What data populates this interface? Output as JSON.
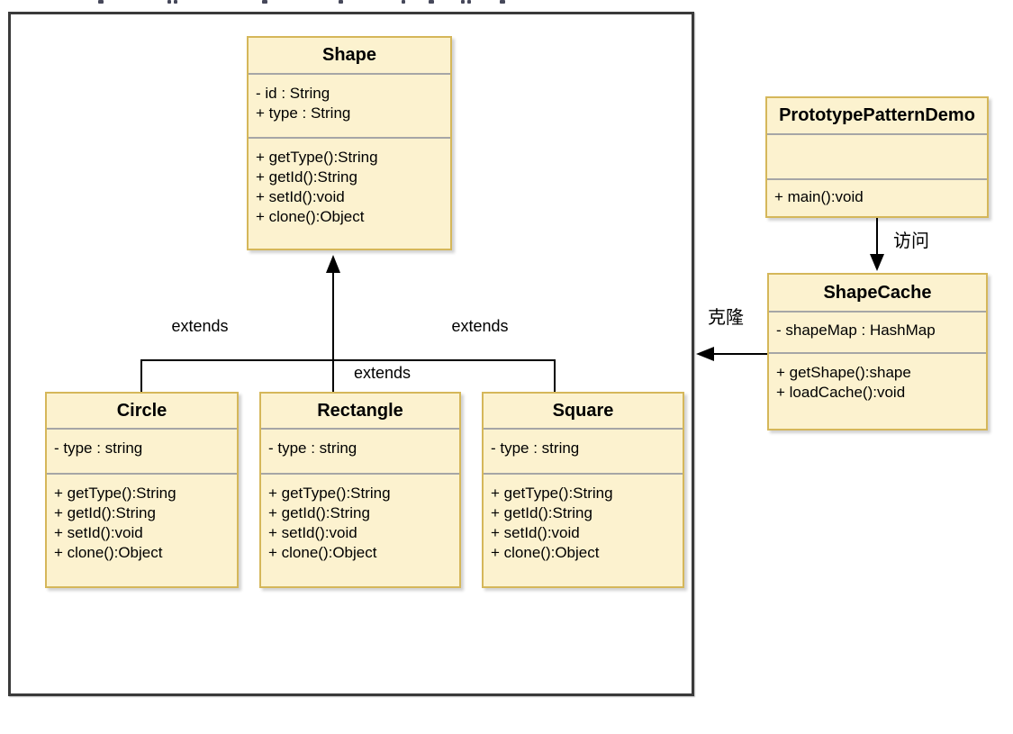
{
  "labels": {
    "extends_left": "extends",
    "extends_middle": "extends",
    "extends_right": "extends",
    "visit": "访问",
    "clone": "克隆"
  },
  "classes": {
    "shape": {
      "title": "Shape",
      "attributes": [
        "- id : String",
        "+ type : String"
      ],
      "methods": [
        "+ getType():String",
        "+ getId():String",
        "+ setId():void",
        "+ clone():Object"
      ]
    },
    "circle": {
      "title": "Circle",
      "attributes": [
        "- type : string"
      ],
      "methods": [
        "+ getType():String",
        "+ getId():String",
        "+ setId():void",
        "+ clone():Object"
      ]
    },
    "rectangle": {
      "title": "Rectangle",
      "attributes": [
        "- type : string"
      ],
      "methods": [
        "+ getType():String",
        "+ getId():String",
        "+ setId():void",
        "+ clone():Object"
      ]
    },
    "square": {
      "title": "Square",
      "attributes": [
        "- type : string"
      ],
      "methods": [
        "+ getType():String",
        "+ getId():String",
        "+ setId():void",
        "+ clone():Object"
      ]
    },
    "prototype_pattern_demo": {
      "title": "PrototypePatternDemo",
      "attributes": [],
      "methods": [
        "+ main():void"
      ]
    },
    "shape_cache": {
      "title": "ShapeCache",
      "attributes": [
        "- shapeMap : HashMap"
      ],
      "methods": [
        "+ getShape():shape",
        "+ loadCache():void"
      ]
    }
  },
  "colors": {
    "box_fill": "#FCF2CF",
    "box_border": "#D5B75A",
    "frame_border": "#3A3A3A",
    "line": "#000000",
    "divider": "#A6A6A6",
    "text": "#000000"
  }
}
